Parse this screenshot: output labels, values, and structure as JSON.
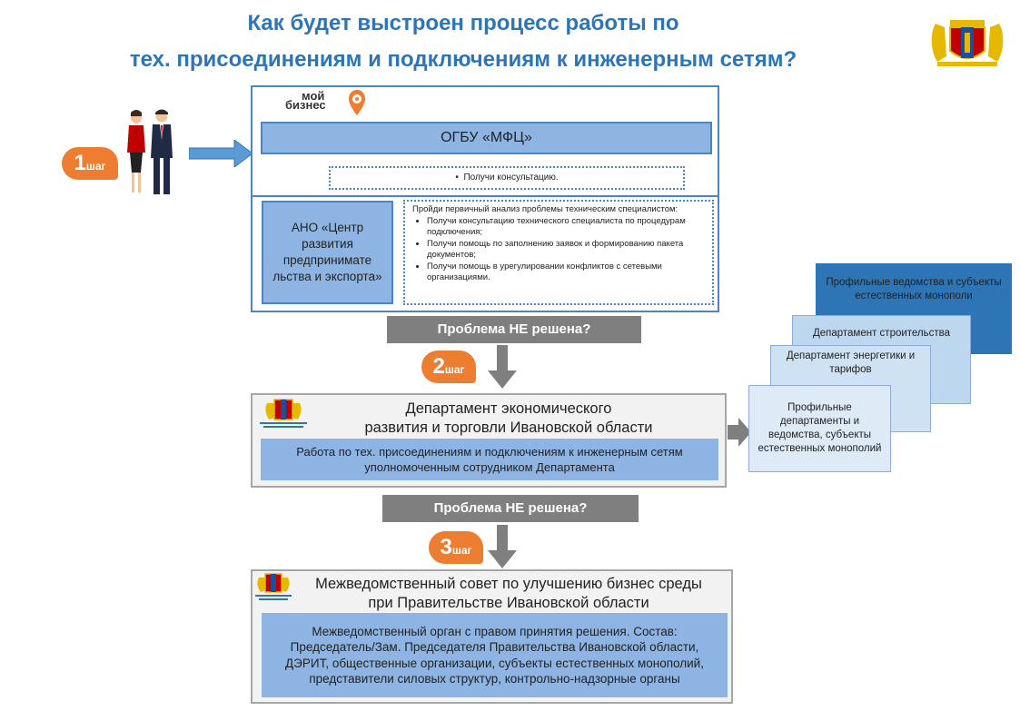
{
  "title": {
    "line1": "Как будет выстроен процесс работы по",
    "line2": "тех. присоединениям и подключениям к инженерным сетям?"
  },
  "logo": {
    "line1": "мой",
    "line2": "бизнес"
  },
  "step1": {
    "num": "1",
    "word": "шаг"
  },
  "step2": {
    "num": "2",
    "word": "шаг"
  },
  "step3": {
    "num": "3",
    "word": "шаг"
  },
  "mfc": {
    "title": "ОГБУ «МФЦ»",
    "tip": "Получи консультацию."
  },
  "ano": {
    "title": "АНО «Центр развития предпринимате льства и экспорта»",
    "intro": "Пройди первичный анализ проблемы техническим специалистом:",
    "items": [
      "Получи консультацию технического специалиста по процедурам подключения;",
      "Получи помощь по заполнению заявок и формированию пакета документов;",
      "Получи помощь в урегулировании конфликтов с сетевыми организациями."
    ]
  },
  "problem_label": "Проблема НЕ решена?",
  "dept": {
    "title_line1": "Департамент экономического",
    "title_line2": "развития и торговли Ивановской области",
    "body": "Работа по тех. присоединениям и подключениям к инженерным сетям уполномоченным сотрудником Департамента"
  },
  "council": {
    "title_line1": "Межведомственный совет по улучшению бизнес среды",
    "title_line2": "при Правительстве Ивановской области",
    "body": "Межведомственный орган с правом принятия решения. Состав: Председатель/Зам. Председателя Правительства Ивановской области, ДЭРИТ, общественные организации, субъекты естественных монополий, представители силовых структур, контрольно-надзорные органы"
  },
  "stack": [
    {
      "label": "Профильные ведомства и субъекты естественных монополи",
      "color": "#2e75b6"
    },
    {
      "label": "Департамент строительства",
      "color": "#bdd7ee"
    },
    {
      "label": "Департамент энергетики и тарифов",
      "color": "#cfe2f3"
    },
    {
      "label": "Профильные департаменты и ведомства, субъекты естественных монополий",
      "color": "#deebf7"
    }
  ],
  "colors": {
    "title": "#2e75b6",
    "accent_orange": "#ed7d31",
    "frame_blue": "#4a86c5",
    "box_blue": "#8eb4e3",
    "gray_bar": "#7f7f7f"
  }
}
